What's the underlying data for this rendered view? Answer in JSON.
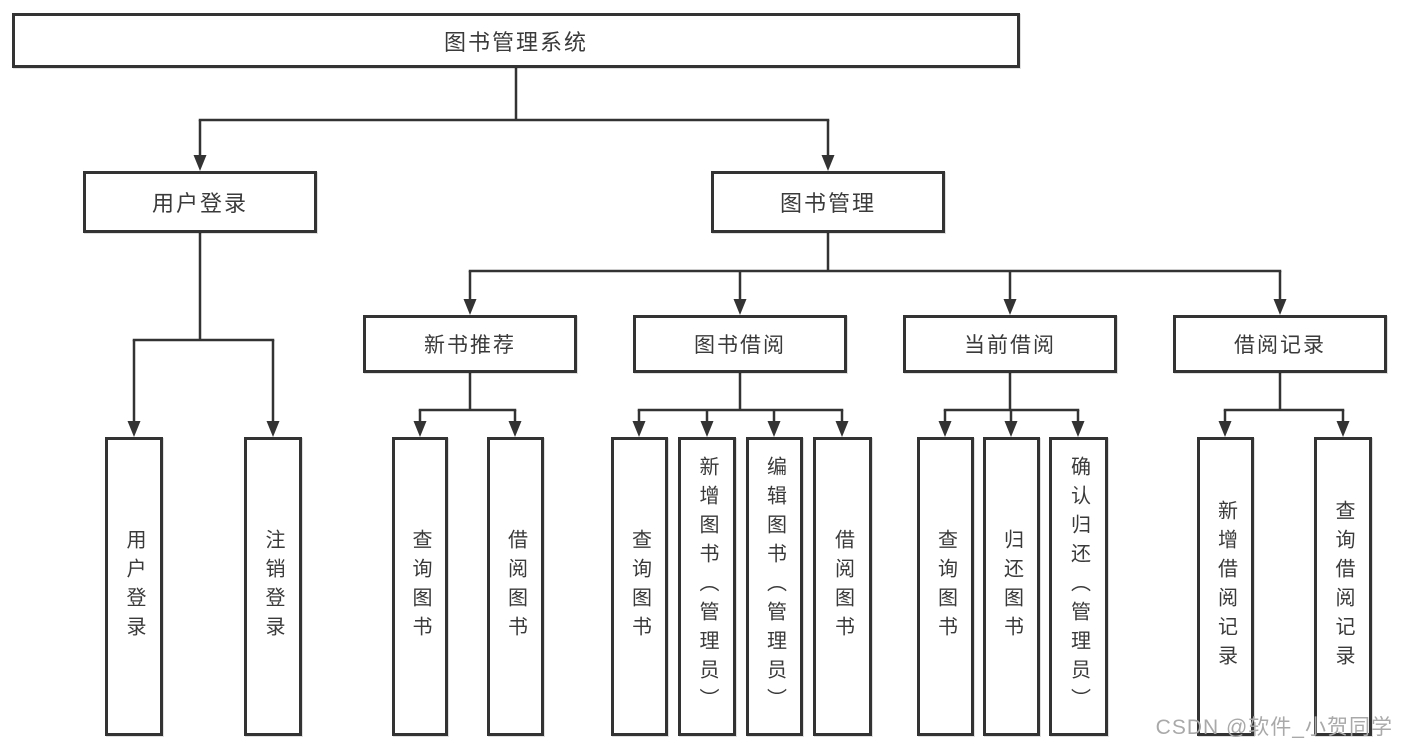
{
  "tree": {
    "label": "图书管理系统",
    "children": [
      {
        "label": "用户登录",
        "children": [
          {
            "label": "用户登录"
          },
          {
            "label": "注销登录"
          }
        ]
      },
      {
        "label": "图书管理",
        "children": [
          {
            "label": "新书推荐",
            "children": [
              {
                "label": "查询图书"
              },
              {
                "label": "借阅图书"
              }
            ]
          },
          {
            "label": "图书借阅",
            "children": [
              {
                "label": "查询图书"
              },
              {
                "label": "新增图书（管理员）"
              },
              {
                "label": "编辑图书（管理员）"
              },
              {
                "label": "借阅图书"
              }
            ]
          },
          {
            "label": "当前借阅",
            "children": [
              {
                "label": "查询图书"
              },
              {
                "label": "归还图书"
              },
              {
                "label": "确认归还（管理员）"
              }
            ]
          },
          {
            "label": "借阅记录",
            "children": [
              {
                "label": "新增借阅记录"
              },
              {
                "label": "查询借阅记录"
              }
            ]
          }
        ]
      }
    ]
  },
  "watermark": "CSDN @软件_小贺同学",
  "colors": {
    "line": "#333333",
    "box_border": "#333333",
    "box_fill": "#ffffff",
    "text": "#3a3a3a",
    "background": "#ffffff",
    "watermark": "#a9a9a9"
  }
}
